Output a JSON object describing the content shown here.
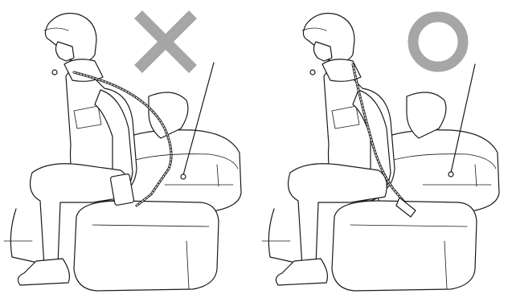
{
  "panels": [
    {
      "id": "incorrect",
      "mark": "cross",
      "mark_icon": "cross-mark-icon",
      "mark_color": "#a6a6a6"
    },
    {
      "id": "correct",
      "mark": "circle",
      "mark_icon": "circle-mark-icon",
      "mark_color": "#a6a6a6"
    }
  ]
}
